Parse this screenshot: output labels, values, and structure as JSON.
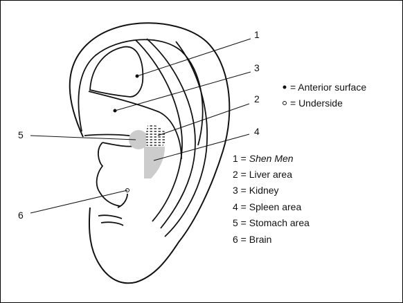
{
  "callouts": {
    "c1": "1",
    "c2": "2",
    "c3": "3",
    "c4": "4",
    "c5": "5",
    "c6": "6"
  },
  "symbols": {
    "anterior": "= Anterior surface",
    "underside": "= Underside"
  },
  "legend": [
    {
      "num": "1 = ",
      "label": "Shen Men",
      "italic": true
    },
    {
      "num": "2 = ",
      "label": "Liver area",
      "italic": false
    },
    {
      "num": "3 = ",
      "label": "Kidney",
      "italic": false
    },
    {
      "num": "4 = ",
      "label": "Spleen area",
      "italic": false
    },
    {
      "num": "5 = ",
      "label": "Stomach area",
      "italic": false
    },
    {
      "num": "6 = ",
      "label": "Brain",
      "italic": false
    }
  ],
  "colors": {
    "line": "#111111",
    "shade": "#cccccc"
  }
}
